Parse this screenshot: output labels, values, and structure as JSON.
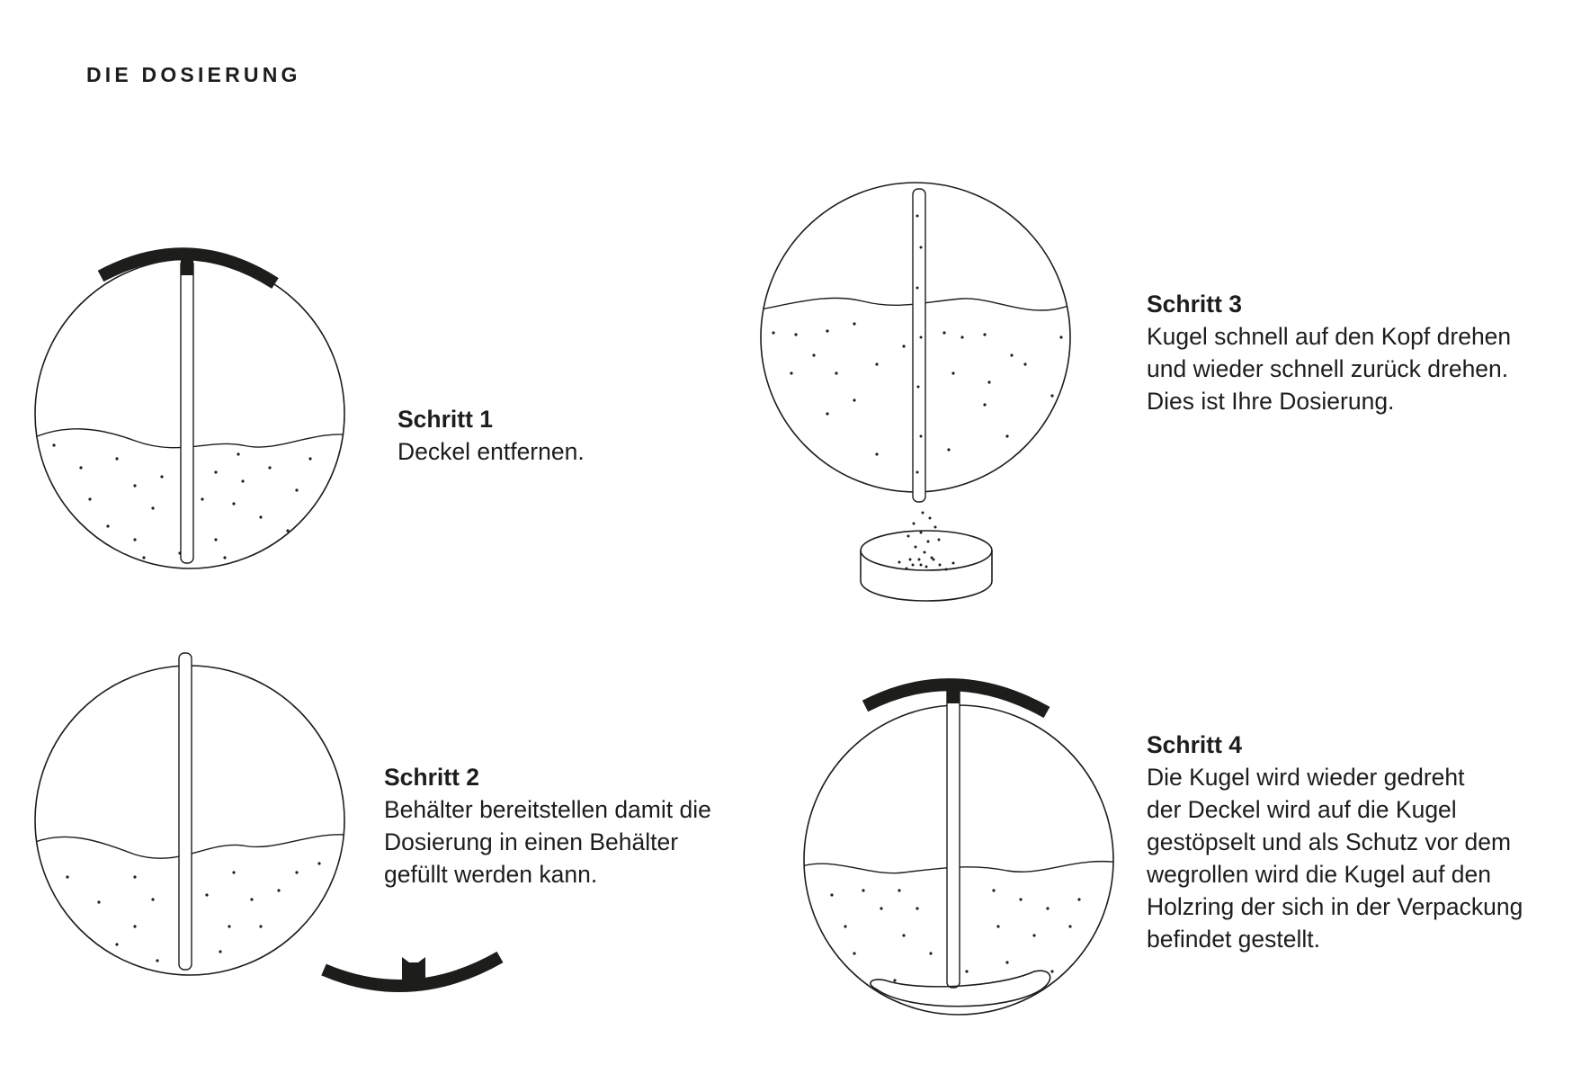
{
  "page": {
    "title": "DIE DOSIERUNG"
  },
  "steps": [
    {
      "title": "Schritt 1",
      "lines": [
        "Deckel entfernen."
      ]
    },
    {
      "title": "Schritt 2",
      "lines": [
        "Behälter bereitstellen damit die",
        "Dosierung in einen Behälter",
        "gefüllt werden kann."
      ]
    },
    {
      "title": "Schritt 3",
      "lines": [
        "Kugel schnell auf den Kopf drehen",
        "und wieder schnell zurück drehen.",
        "Dies ist Ihre Dosierung."
      ]
    },
    {
      "title": "Schritt 4",
      "lines": [
        "Die Kugel wird wieder gedreht",
        "der Deckel wird auf die Kugel",
        "gestöpselt und als Schutz vor dem",
        "wegrollen wird die Kugel auf den",
        "Holzring der sich in der Verpackung",
        "befindet gestellt."
      ]
    }
  ],
  "colors": {
    "ink": "#1d1d1b",
    "background": "#ffffff"
  }
}
